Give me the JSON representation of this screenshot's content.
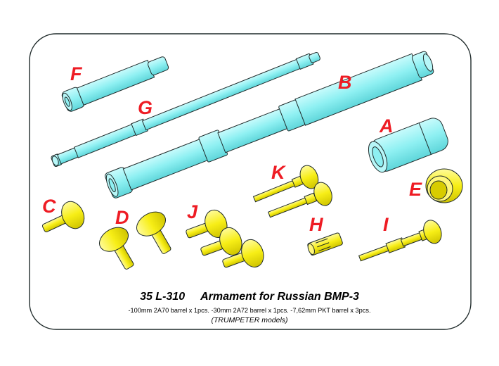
{
  "colors": {
    "barrel": "#8ef0f2",
    "resin": "#f7ee16",
    "label": "#ee1c24",
    "outline": "#1f2a2a"
  },
  "labels": {
    "A": "A",
    "B": "B",
    "C": "C",
    "D": "D",
    "E": "E",
    "F": "F",
    "G": "G",
    "H": "H",
    "I": "I",
    "J": "J",
    "K": "K"
  },
  "caption": {
    "code": "35 L-310",
    "title": "Armament for Russian BMP-3",
    "description": "-100mm 2A70 barrel x 1pcs. -30mm 2A72 barrel x 1pcs. -7,62mm PKT barrel x 3pcs.",
    "note": "(TRUMPETER  models)"
  }
}
